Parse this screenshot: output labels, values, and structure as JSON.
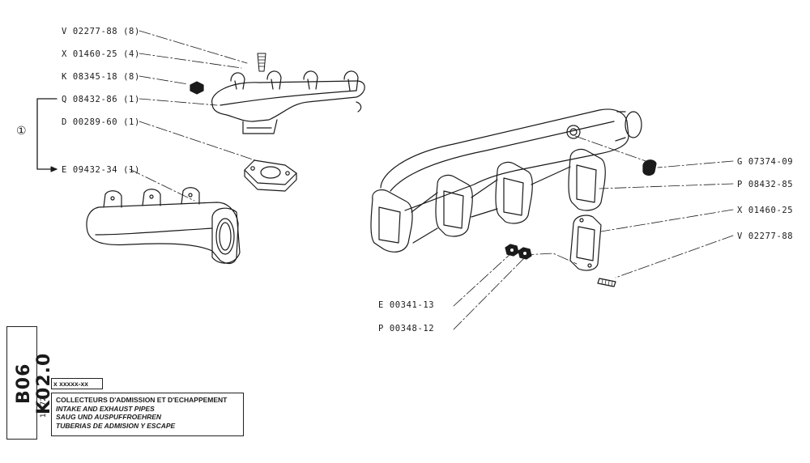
{
  "left_callouts": [
    {
      "id": "v02277-88-top",
      "text": "V 02277-88 (8)"
    },
    {
      "id": "x01460-25-top",
      "text": "X 01460-25 (4)"
    },
    {
      "id": "k08345-18",
      "text": "K 08345-18 (8)"
    },
    {
      "id": "q08432-86",
      "text": "Q 08432-86 (1)"
    },
    {
      "id": "d00289-60",
      "text": "D 00289-60 (1)"
    },
    {
      "id": "e09432-34",
      "text": "E 09432-34 (1)"
    }
  ],
  "group_marker": "①",
  "right_callouts": [
    {
      "id": "g07374-09",
      "text": "G 07374-09"
    },
    {
      "id": "p08432-85",
      "text": "P 08432-85"
    },
    {
      "id": "x01460-25-right",
      "text": "X 01460-25"
    },
    {
      "id": "v02277-88-right",
      "text": "V 02277-88"
    }
  ],
  "bottom_callouts": [
    {
      "id": "e00341-13",
      "text": "E 00341-13"
    },
    {
      "id": "p00348-12",
      "text": "P 00348-12"
    }
  ],
  "page_code": "B06 K02.0",
  "page_date": "11-72",
  "ref_code": "x xxxxx-xx",
  "title_lines": [
    "COLLECTEURS D'ADMISSION ET D'ECHAPPEMENT",
    "INTAKE AND EXHAUST PIPES",
    "SAUG UND AUSPUFFROEHREN",
    "TUBERIAS DE ADMISION Y ESCAPE"
  ]
}
